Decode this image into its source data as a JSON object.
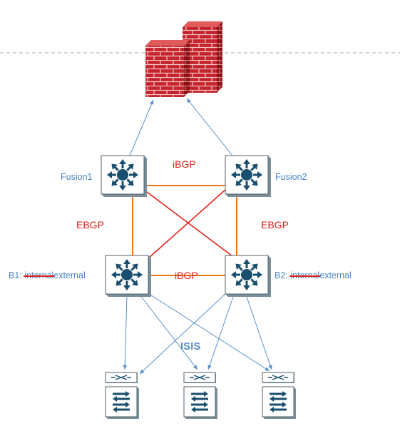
{
  "colors": {
    "orange_link": "#e97a20",
    "red_link": "#e3231b",
    "blue_arrow": "#5b8fc7",
    "device_fill": "#184e6e",
    "firewall_red": "#c4242c",
    "label_blue": "#4a86c5",
    "label_red": "#d9201a"
  },
  "icons": {
    "firewall": "firewall-icon",
    "router": "router-icon",
    "switch": "switch-icon"
  },
  "labels": {
    "fusion1": "Fusion1",
    "fusion2": "Fusion2",
    "ibgp_top": "iBGP",
    "ibgp_mid": "iBGP",
    "ebgp_left": "EBGP",
    "ebgp_right": "EBGP",
    "b1_prefix": "B1:",
    "b1_struck": "internal",
    "b1_suffix": "external",
    "b2_prefix": "B2:",
    "b2_struck": "internal",
    "b2_suffix": "external",
    "isis": "ISIS"
  }
}
